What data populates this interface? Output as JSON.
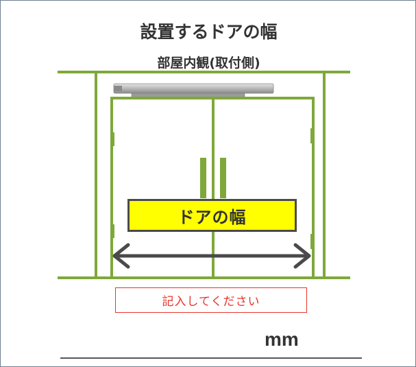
{
  "title": "設置するドアの幅",
  "subtitle": "部屋内観(取付側)",
  "door_label": "ドアの幅",
  "input_placeholder": "記入してください",
  "unit": "mm",
  "colors": {
    "frame_green": "#7ea83a",
    "arrow_gray": "#4a4a4a",
    "label_yellow": "#ffff00",
    "input_red": "#e8342a",
    "text_dark": "#333333"
  }
}
